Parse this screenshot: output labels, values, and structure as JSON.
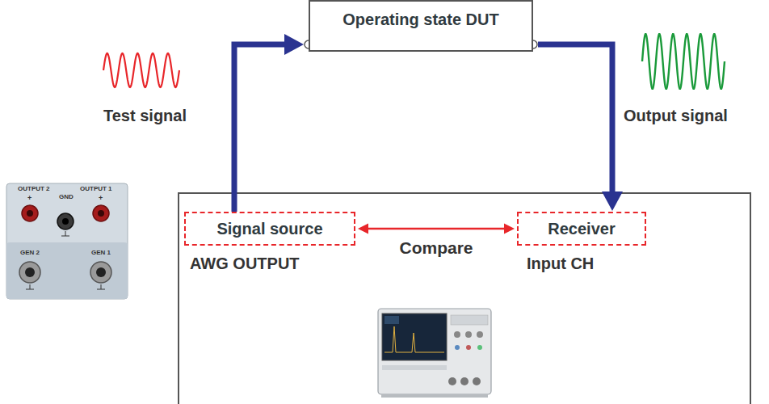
{
  "diagram": {
    "nodes": [
      {
        "text": [
          "Operating state DUT"
        ]
      },
      {
        "text": [
          "Signal source",
          "AWG OUTPUT"
        ]
      },
      {
        "text": [
          "Receiver",
          "Input CH"
        ]
      }
    ],
    "edges": [
      {
        "from": 1,
        "to": 0,
        "arrow": "to"
      },
      {
        "from": 0,
        "to": 2,
        "arrow": "to"
      },
      {
        "from": 1,
        "to": 2,
        "label": "Compare",
        "arrow": "both"
      }
    ],
    "labels": [
      "Test signal",
      "Output signal",
      "OUTPUT 2",
      "GND",
      "OUTPUT 1",
      "+",
      "+",
      "GEN 2",
      "GEN 1"
    ]
  }
}
